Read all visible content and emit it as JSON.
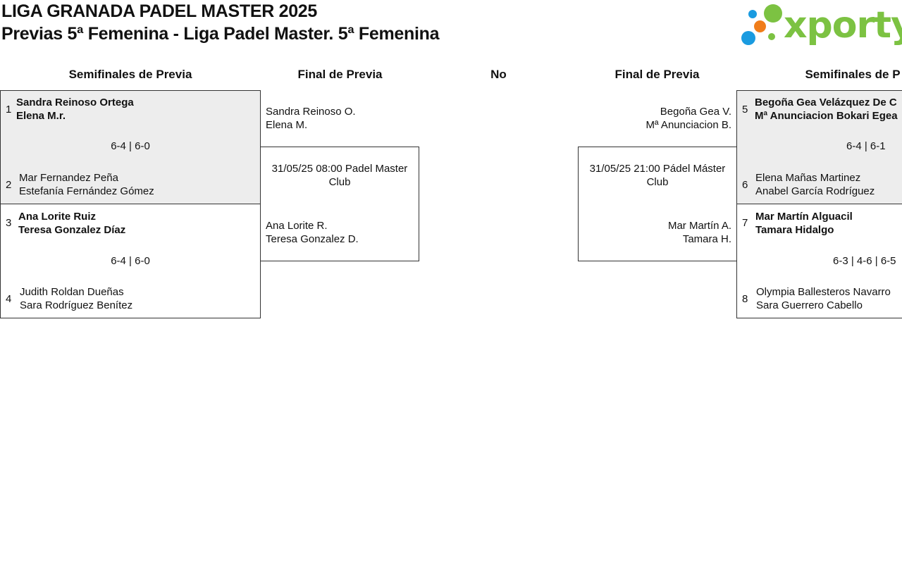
{
  "header": {
    "title": "LIGA GRANADA PADEL MASTER 2025",
    "subtitle": "Previas 5ª Femenina - Liga Padel Master. 5ª Femenina",
    "logo_text": "xporty"
  },
  "columns": {
    "left_semis": "Semifinales de Previa",
    "left_final": "Final de Previa",
    "center": "No",
    "right_final": "Final de Previa",
    "right_semis": "Semifinales de P"
  },
  "left_semis": [
    {
      "seed_top": "1",
      "top_line1": "Sandra Reinoso Ortega",
      "top_line2": "Elena M.r.",
      "score": "6-4 | 6-0",
      "seed_bottom": "2",
      "bottom_line1": "Mar Fernandez Peña",
      "bottom_line2": "Estefanía Fernández Gómez"
    },
    {
      "seed_top": "3",
      "top_line1": "Ana Lorite Ruiz",
      "top_line2": "Teresa Gonzalez Díaz",
      "score": "6-4 | 6-0",
      "seed_bottom": "4",
      "bottom_line1": "Judith Roldan Dueñas",
      "bottom_line2": "Sara Rodríguez Benítez"
    }
  ],
  "left_final": {
    "top_line1": "Sandra Reinoso O.",
    "top_line2": "Elena M.",
    "date_line": "31/05/25 08:00 Padel Master Club",
    "bottom_line1": "Ana Lorite R.",
    "bottom_line2": "Teresa Gonzalez D."
  },
  "right_final": {
    "top_line1": "Begoña Gea V.",
    "top_line2": "Mª Anunciacion B.",
    "date_line": "31/05/25 21:00 Pádel Máster Club",
    "bottom_line1": "Mar Martín A.",
    "bottom_line2": "Tamara H."
  },
  "right_semis": [
    {
      "seed_top": "5",
      "top_line1": "Begoña Gea Velázquez De C",
      "top_line2": "Mª Anunciacion Bokari Egea",
      "score": "6-4 | 6-1",
      "seed_bottom": "6",
      "bottom_line1": "Elena Mañas Martinez",
      "bottom_line2": "Anabel García Rodríguez"
    },
    {
      "seed_top": "7",
      "top_line1": "Mar Martín Alguacil",
      "top_line2": "Tamara Hidalgo",
      "score": "6-3 | 4-6 | 6-5",
      "seed_bottom": "8",
      "bottom_line1": "Olympia Ballesteros Navarro",
      "bottom_line2": "Sara Guerrero Cabello"
    }
  ],
  "colors": {
    "highlight_bg": "#ededed",
    "border": "#333333",
    "logo_green": "#7cc242",
    "logo_blue": "#1a9be0",
    "logo_orange": "#f07d1a"
  }
}
